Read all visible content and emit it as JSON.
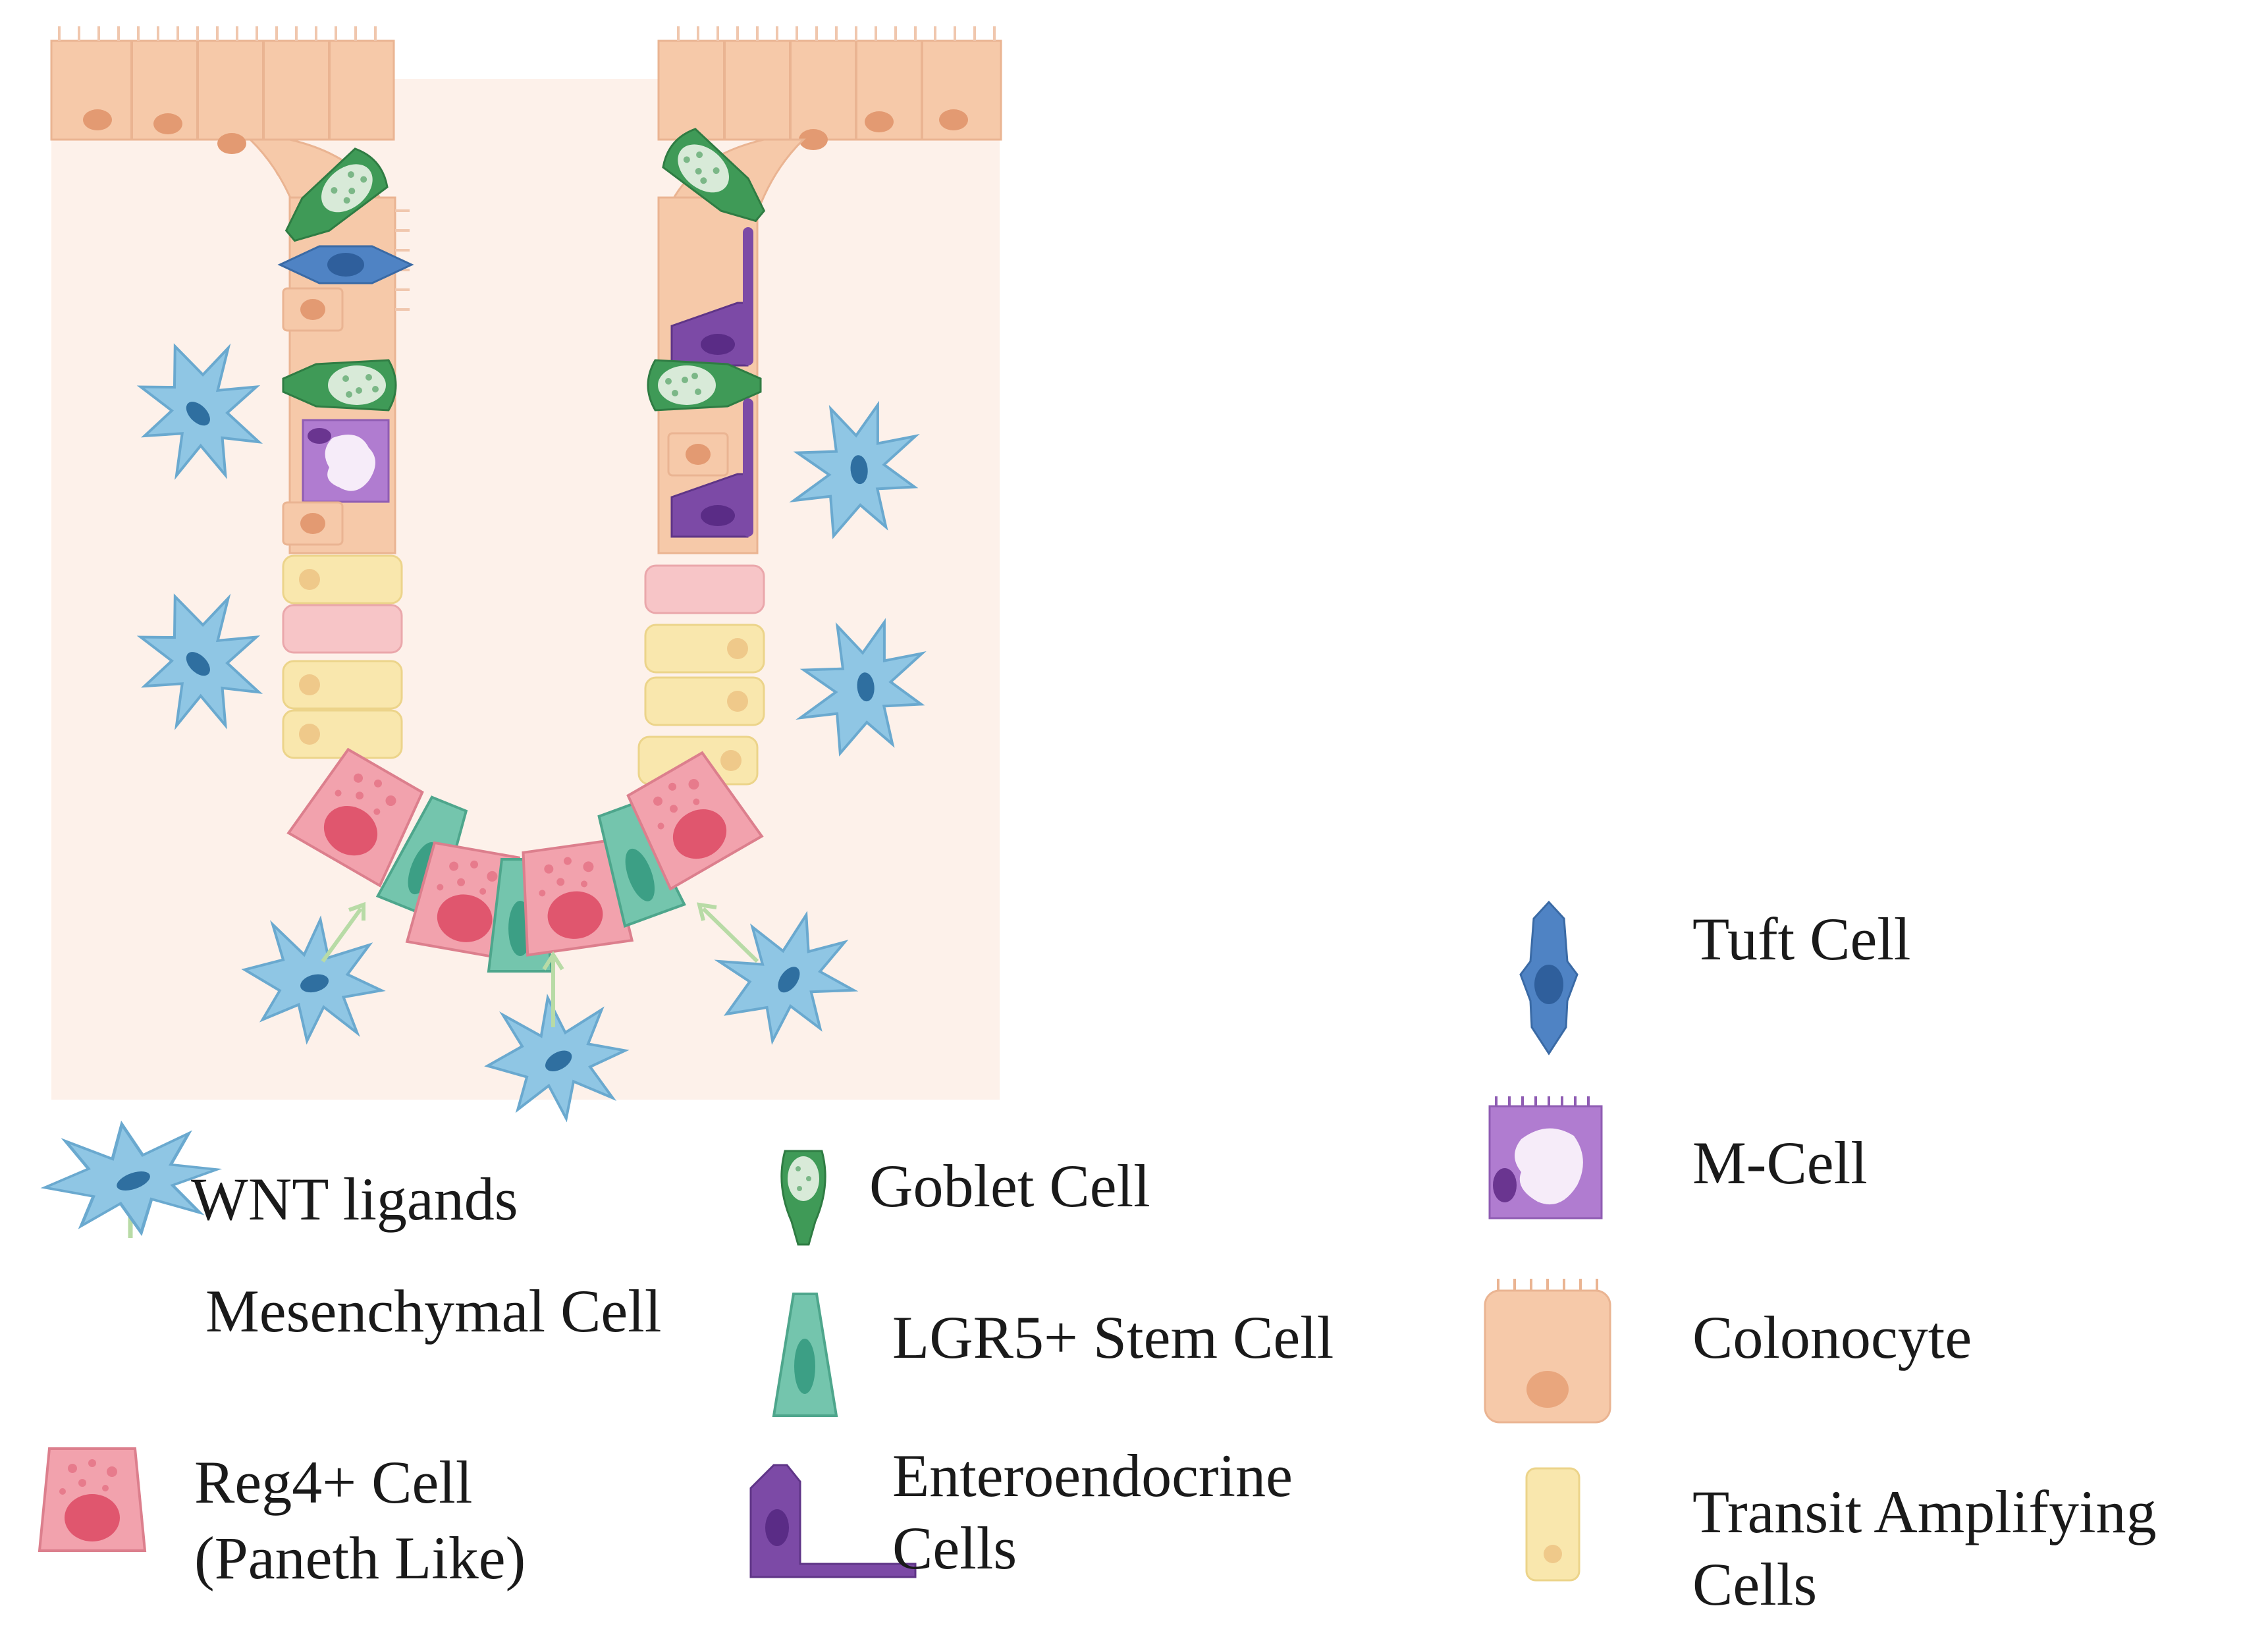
{
  "colors": {
    "background_tissue": "#fdf1ea",
    "colonocyte": "#f6c9a9",
    "colonocyte_nucleus": "#e39a72",
    "goblet": "#3f9a57",
    "goblet_granules": "#d8ead8",
    "tuft": "#4f83c4",
    "mcell": "#b07cd0",
    "enteroendocrine": "#7c4aa6",
    "transit_amplifying": "#f9e7ad",
    "reg4": "#f2a2ad",
    "reg4_nucleus": "#e0566e",
    "lgr5_stem": "#74c5ad",
    "mesenchymal": "#8fc6e4",
    "wnt_arrow": "#b8dba6"
  },
  "legend": {
    "wnt": {
      "label": "WNT ligands",
      "icon": "thin-green-arrow-icon"
    },
    "mesenchymal": {
      "label": "Mesenchymal Cell",
      "icon": "mesenchymal-cell-icon"
    },
    "reg4": {
      "label_line1": "Reg4+ Cell",
      "label_line2": "(Paneth Like)",
      "icon": "reg4-cell-icon"
    },
    "goblet": {
      "label": "Goblet Cell",
      "icon": "goblet-cell-icon"
    },
    "lgr5": {
      "label": "LGR5+ Stem Cell",
      "icon": "stem-cell-icon"
    },
    "enteroendocrine": {
      "label_line1": "Enteroendocrine",
      "label_line2": "Cells",
      "icon": "enteroendocrine-cell-icon"
    },
    "tuft": {
      "label": "Tuft Cell",
      "icon": "tuft-cell-icon"
    },
    "mcell": {
      "label": "M-Cell",
      "icon": "m-cell-icon"
    },
    "colonocyte": {
      "label": "Colonocyte",
      "icon": "colonocyte-icon"
    },
    "transit": {
      "label_line1": "Transit Amplifying",
      "label_line2": "Cells",
      "icon": "transit-amplifying-cell-icon"
    }
  }
}
